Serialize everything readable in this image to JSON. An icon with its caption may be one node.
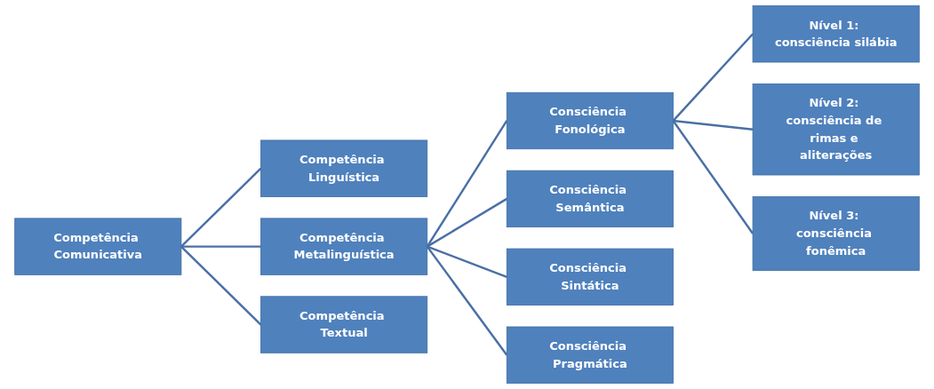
{
  "diagram": {
    "nodes": [
      {
        "text": [
          "Competência Comunicativa"
        ]
      },
      {
        "text": [
          "Competência Linguística"
        ]
      },
      {
        "text": [
          "Competência Metalinguística"
        ]
      },
      {
        "text": [
          "Competência Textual"
        ]
      },
      {
        "text": [
          "Consciência Fonológica"
        ]
      },
      {
        "text": [
          "Consciência Semântica"
        ]
      },
      {
        "text": [
          "Consciência Sintática"
        ]
      },
      {
        "text": [
          "Consciência Pragmática"
        ]
      },
      {
        "text": [
          "Nível 1: consciência silábia"
        ]
      },
      {
        "text": [
          "Nível 2: consciência de rimas e aliterações"
        ]
      },
      {
        "text": [
          "Nível 3: consciência fonêmica"
        ]
      }
    ],
    "edges": [
      {
        "from": 0,
        "to": 1,
        "arrow": "none"
      },
      {
        "from": 0,
        "to": 2,
        "arrow": "none"
      },
      {
        "from": 0,
        "to": 3,
        "arrow": "none"
      },
      {
        "from": 2,
        "to": 4,
        "arrow": "none"
      },
      {
        "from": 2,
        "to": 5,
        "arrow": "none"
      },
      {
        "from": 2,
        "to": 6,
        "arrow": "none"
      },
      {
        "from": 2,
        "to": 7,
        "arrow": "none"
      },
      {
        "from": 4,
        "to": 8,
        "arrow": "none"
      },
      {
        "from": 4,
        "to": 9,
        "arrow": "none"
      },
      {
        "from": 4,
        "to": 10,
        "arrow": "none"
      }
    ]
  }
}
